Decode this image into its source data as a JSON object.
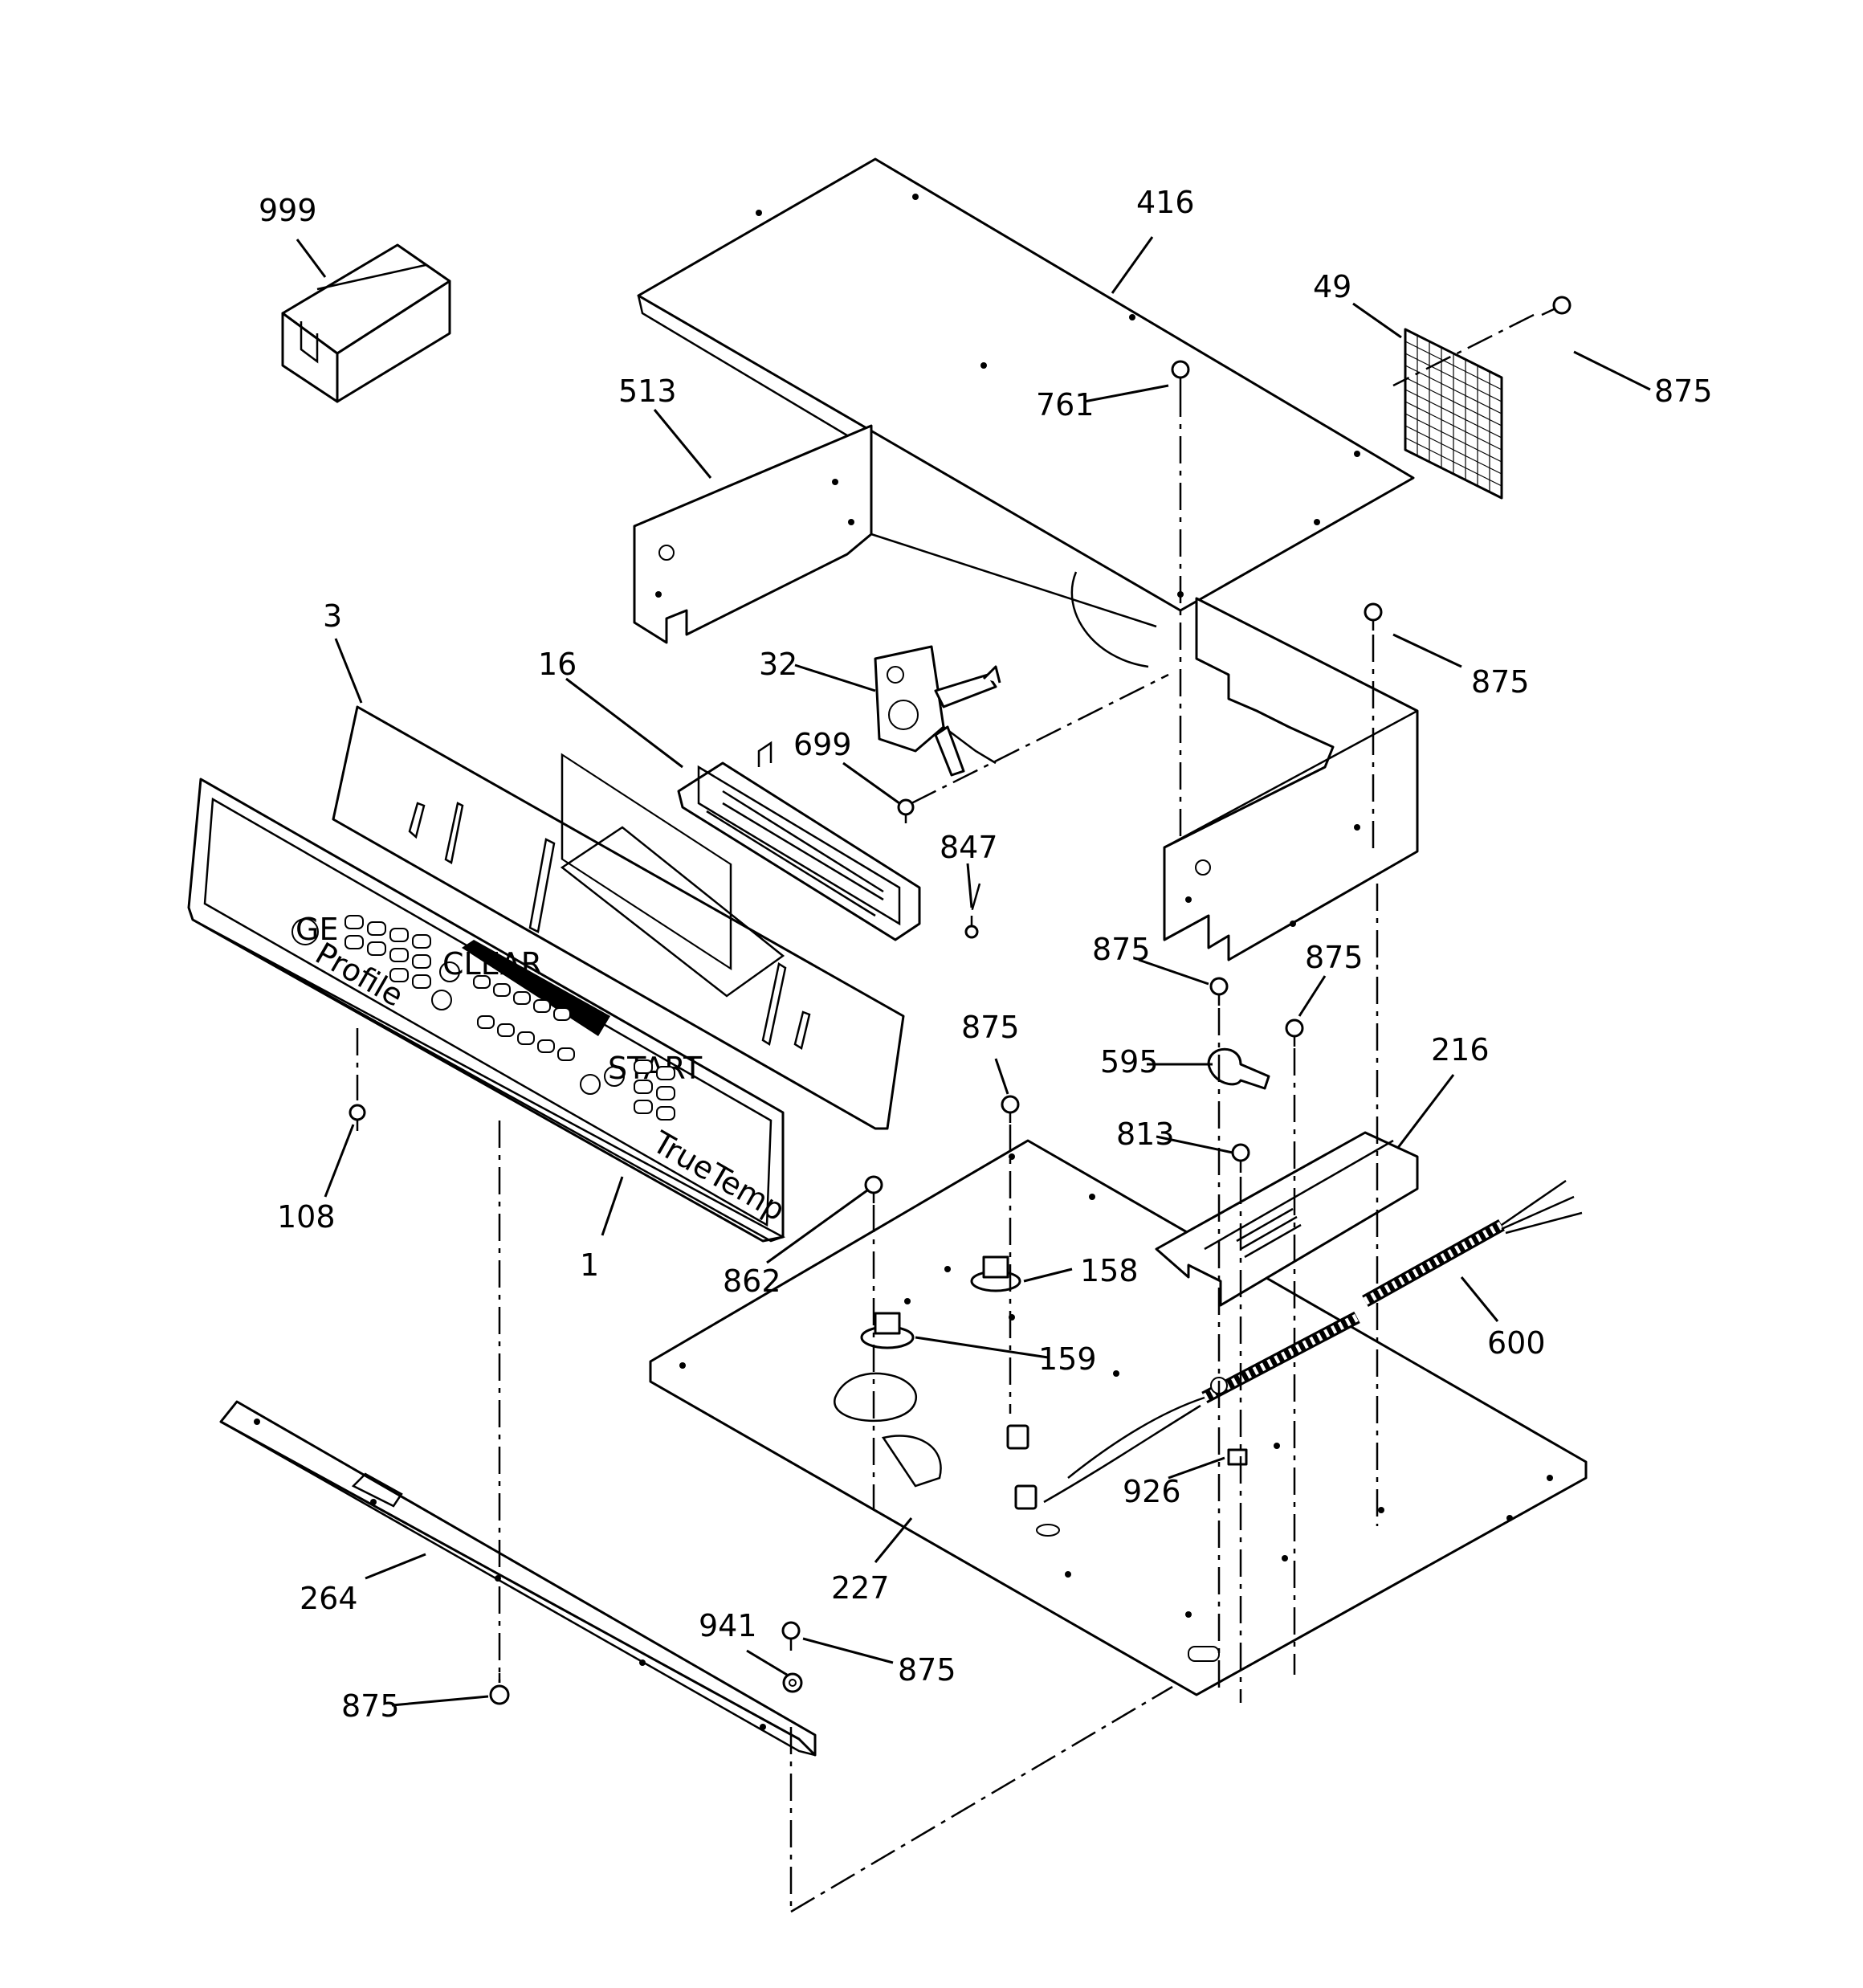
{
  "callouts": {
    "c999": "999",
    "c416": "416",
    "c49": "49",
    "c875_tr": "875",
    "c513": "513",
    "c761": "761",
    "c875_r": "875",
    "c3": "3",
    "c16": "16",
    "c32": "32",
    "c699": "699",
    "c847": "847",
    "c875_a": "875",
    "c875_b": "875",
    "c875_c": "875",
    "c595": "595",
    "c216": "216",
    "c813": "813",
    "c108": "108",
    "c1": "1",
    "c862": "862",
    "c158": "158",
    "c600": "600",
    "c159": "159",
    "c926": "926",
    "c264": "264",
    "c227": "227",
    "c941": "941",
    "c875_d": "875",
    "c875_e": "875"
  },
  "panel_print": {
    "brand": "GE",
    "model": "Profile",
    "feature": "TrueTemp",
    "key_clear": "CLEAR",
    "key_start": "START"
  }
}
